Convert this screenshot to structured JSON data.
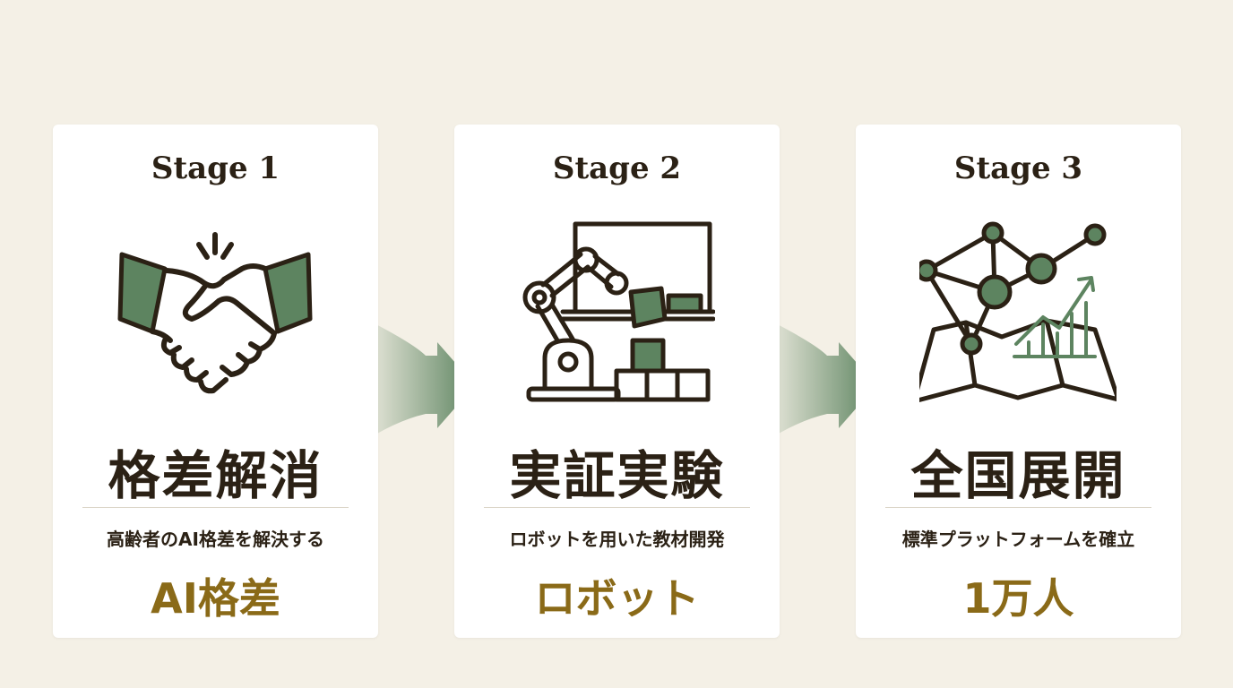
{
  "colors": {
    "background": "#f4f0e6",
    "card": "#ffffff",
    "dark": "#2b2115",
    "green": "#5d8460",
    "gold": "#8a6a18"
  },
  "stages": [
    {
      "label": "Stage 1",
      "icon": "handshake-icon",
      "title": "格差解消",
      "description": "高齢者のAI格差を解決する",
      "keyword": "AI格差"
    },
    {
      "label": "Stage 2",
      "icon": "robot-arm-icon",
      "title": "実証実験",
      "description": "ロボットを用いた教材開発",
      "keyword": "ロボット"
    },
    {
      "label": "Stage 3",
      "icon": "network-map-icon",
      "title": "全国展開",
      "description": "標準プラットフォームを確立",
      "keyword": "1万人"
    }
  ]
}
